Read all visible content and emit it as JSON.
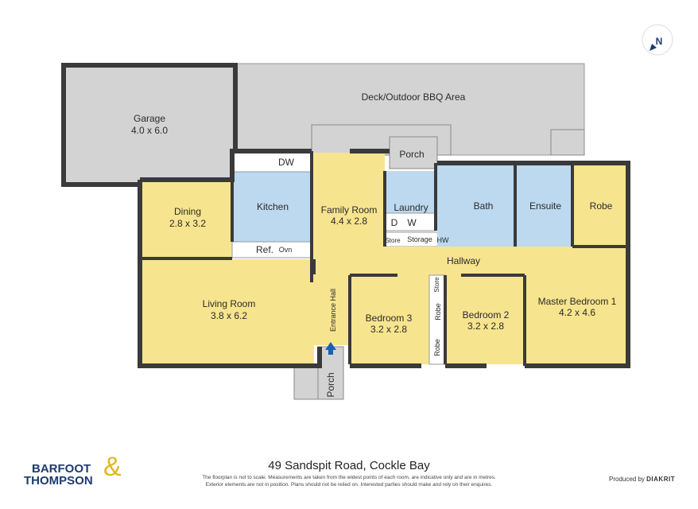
{
  "compass": {
    "label": "N"
  },
  "rooms": {
    "deck": "Deck/Outdoor BBQ Area",
    "garage": "Garage",
    "garage_size": "4.0 x 6.0",
    "porch_back": "Porch",
    "kitchen": "Kitchen",
    "dw": "DW",
    "ref": "Ref.",
    "ovn": "Ovn",
    "dining": "Dining",
    "dining_size": "2.8 x 3.2",
    "family": "Family Room",
    "family_size": "4.4 x 2.8",
    "laundry": "Laundry",
    "d": "D",
    "w": "W",
    "store1": "Store",
    "storage": "Storage",
    "hw": "HW",
    "bath": "Bath",
    "ensuite": "Ensuite",
    "robe_master": "Robe",
    "hallway": "Hallway",
    "living": "Living Room",
    "living_size": "3.8 x 6.2",
    "entrance": "Entrance Hall",
    "bed3": "Bedroom 3",
    "bed3_size": "3.2 x 2.8",
    "robe1": "Robe",
    "robe2": "Robe",
    "store2": "Store",
    "bed2": "Bedroom 2",
    "bed2_size": "3.2 x 2.8",
    "master": "Master Bedroom 1",
    "master_size": "4.2 x 4.6",
    "porch_front": "Porch"
  },
  "footer": {
    "address": "49 Sandspit Road, Cockle Bay",
    "disclaimer_1": "The floorplan is not to scale. Measurements are taken from the widest points of each room, are indicative only and are in metres.",
    "disclaimer_2": "Exterior elements are not in position. Plans should not be relied on. Interested parties should make and rely on their enquires.",
    "produced_by": "Produced by",
    "producer": "DIAKRIT",
    "logo_line1": "BARFOOT",
    "logo_line2": "THOMPSON",
    "logo_amp": "&"
  },
  "colors": {
    "living": "#f7e48e",
    "wet": "#bcd9ef",
    "exterior": "#d3d3d3",
    "wall": "#3a3a3a",
    "accent": "#1d3a6e",
    "logo_gold": "#e3b81f"
  }
}
